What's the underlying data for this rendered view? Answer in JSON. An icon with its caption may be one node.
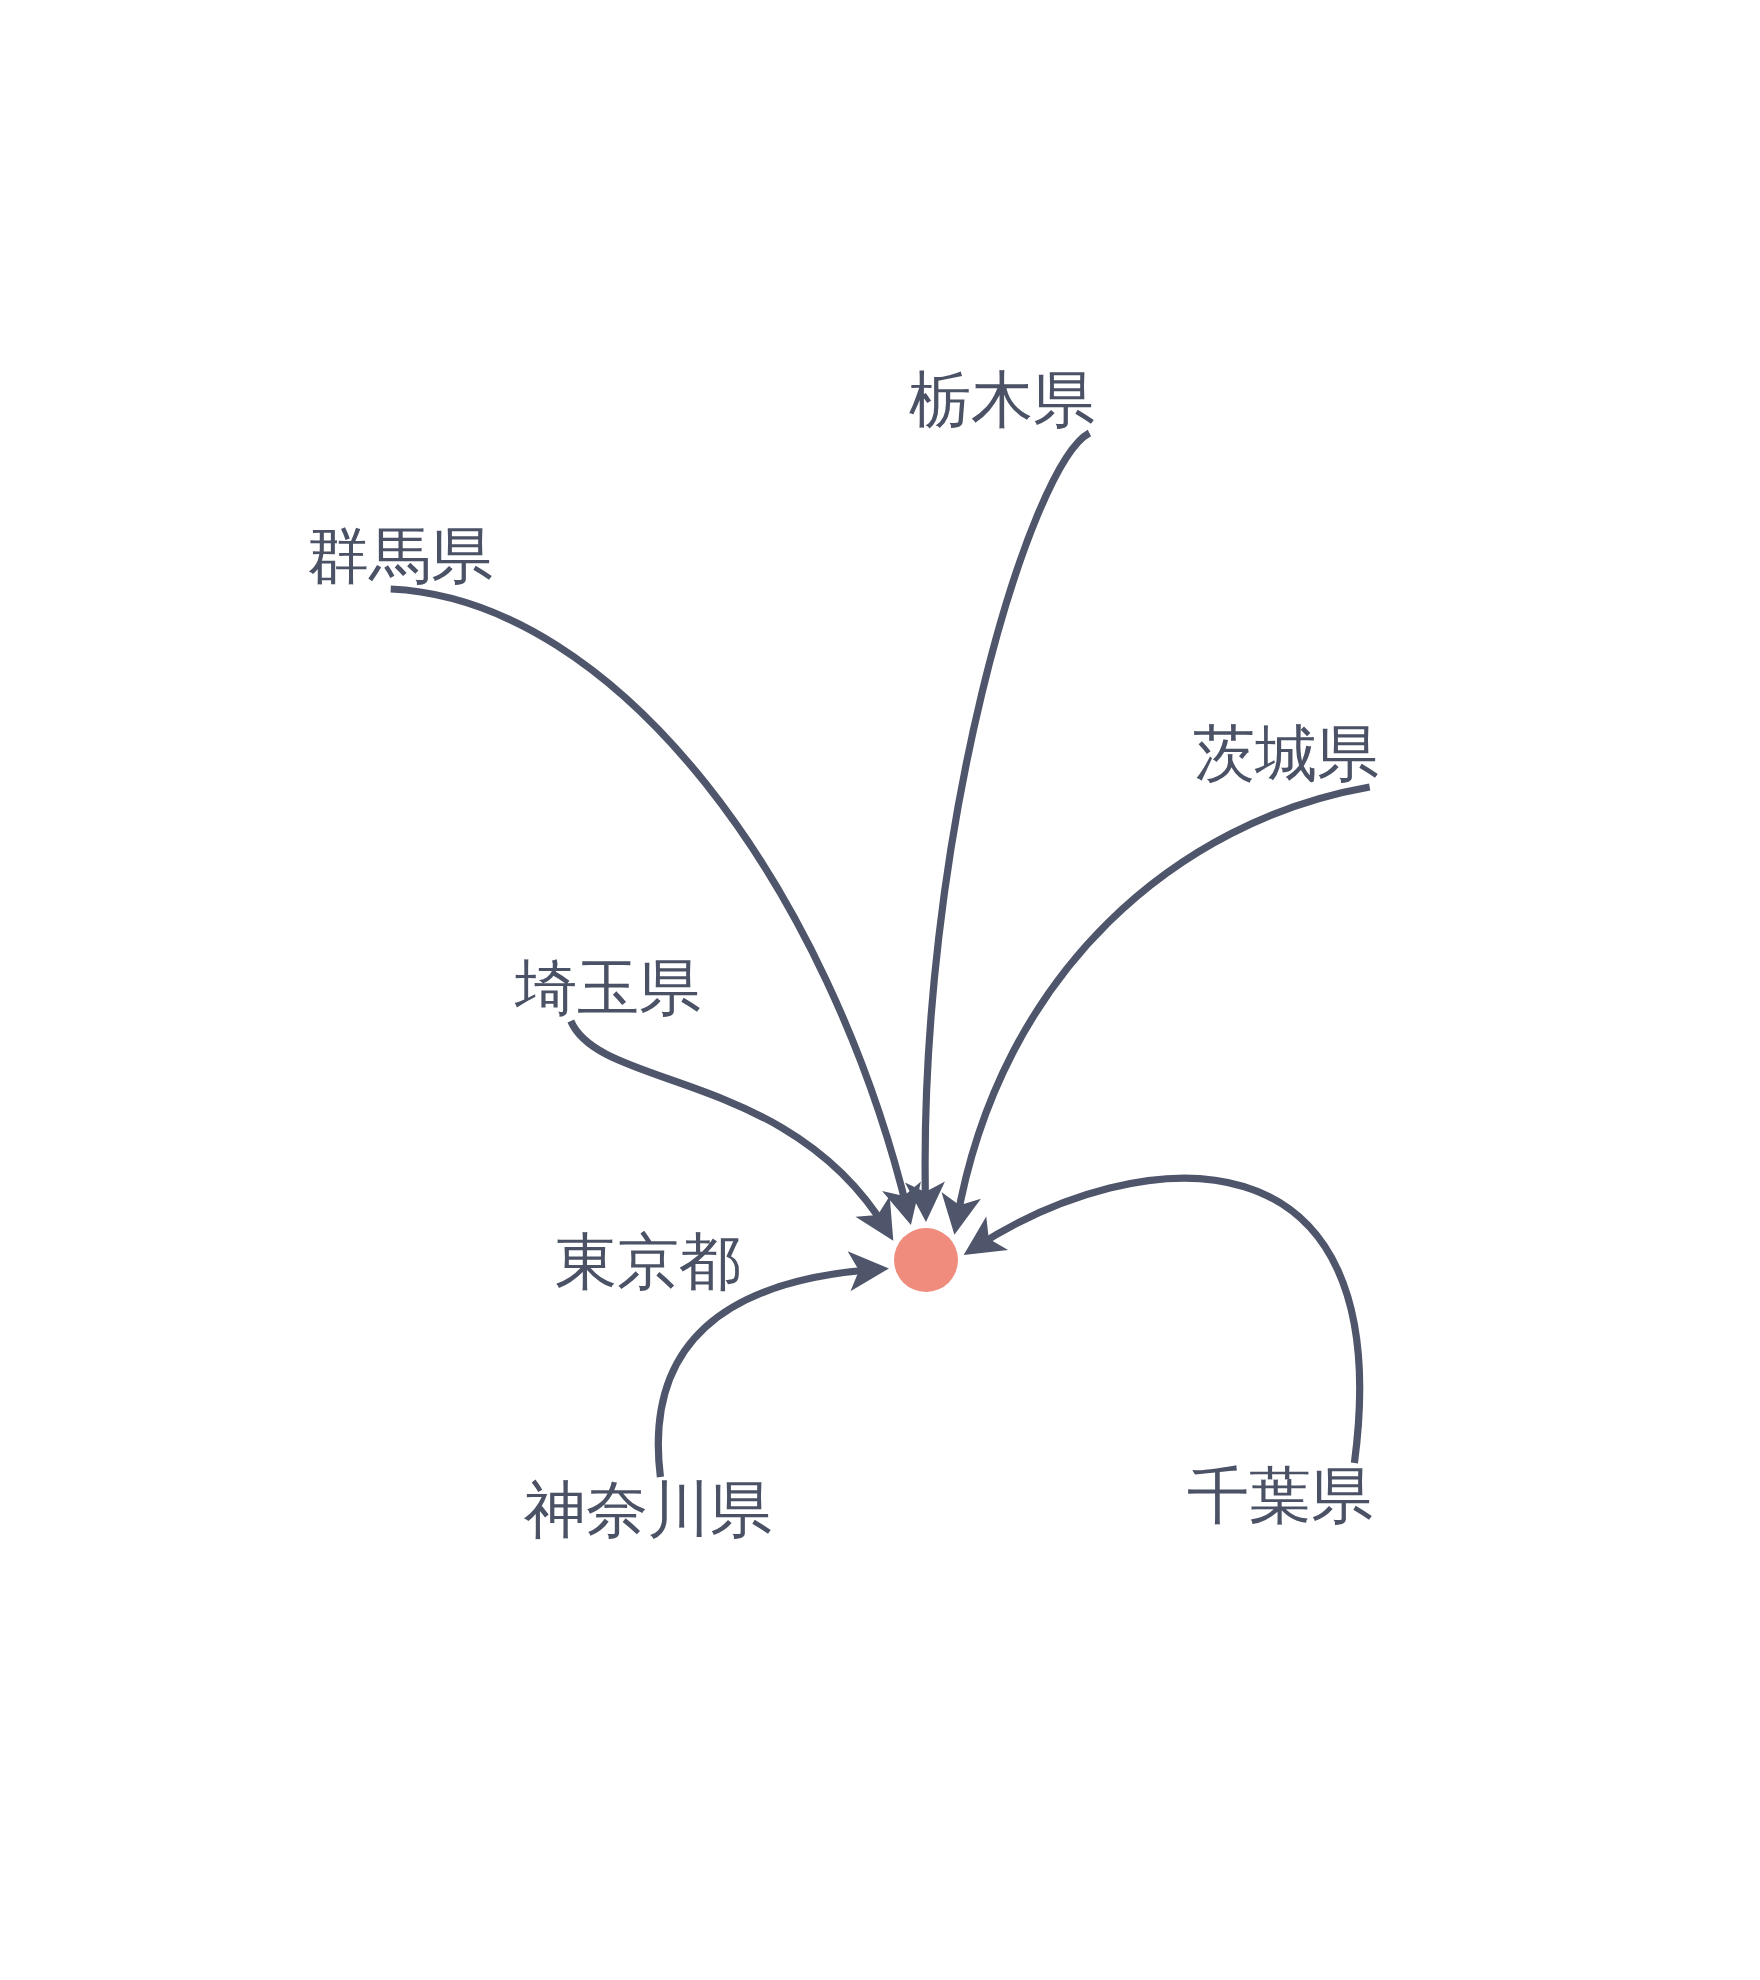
{
  "diagram": {
    "nodes": [
      {
        "text": [
          "栃木県"
        ]
      },
      {
        "text": [
          "群馬県"
        ]
      },
      {
        "text": [
          "茨城県"
        ]
      },
      {
        "text": [
          "埼玉県"
        ]
      },
      {
        "text": [],
        "shape": "circle",
        "beside": [
          "東京都"
        ]
      },
      {
        "text": [
          "神奈川県"
        ]
      },
      {
        "text": [
          "千葉県"
        ]
      }
    ],
    "edges": [
      {
        "from": 0,
        "to": 4,
        "arrow": "to"
      },
      {
        "from": 1,
        "to": 4,
        "arrow": "to"
      },
      {
        "from": 2,
        "to": 4,
        "arrow": "to"
      },
      {
        "from": 3,
        "to": 4,
        "arrow": "to"
      },
      {
        "from": 5,
        "to": 4,
        "arrow": "to"
      },
      {
        "from": 6,
        "to": 4,
        "arrow": "to"
      }
    ]
  }
}
